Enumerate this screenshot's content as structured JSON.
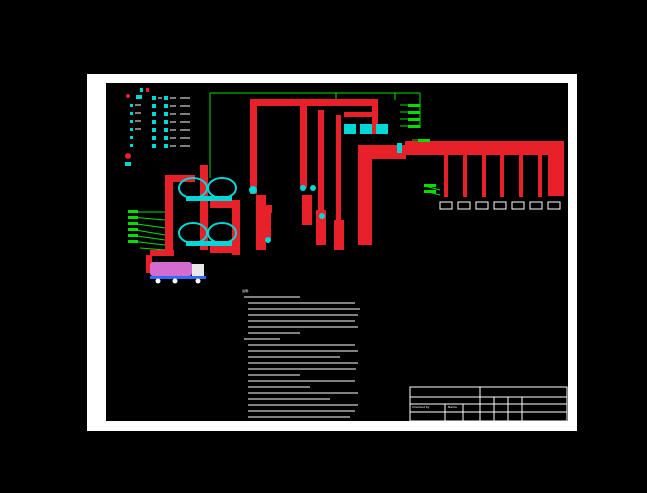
{
  "drawing": {
    "colors": {
      "background": "#000000",
      "frame": "#ffffff",
      "pipe": "#e8202a",
      "equipment": "#00d7d7",
      "leader": "#00e000",
      "text": "#ffffff",
      "truck_tank": "#d46bd0",
      "truck_cab": "#e8e8e8",
      "truck_chassis": "#2f6bff"
    },
    "notes_header": "说明:",
    "title_block": {
      "checked_by": "Checked by",
      "name": "Name"
    }
  }
}
